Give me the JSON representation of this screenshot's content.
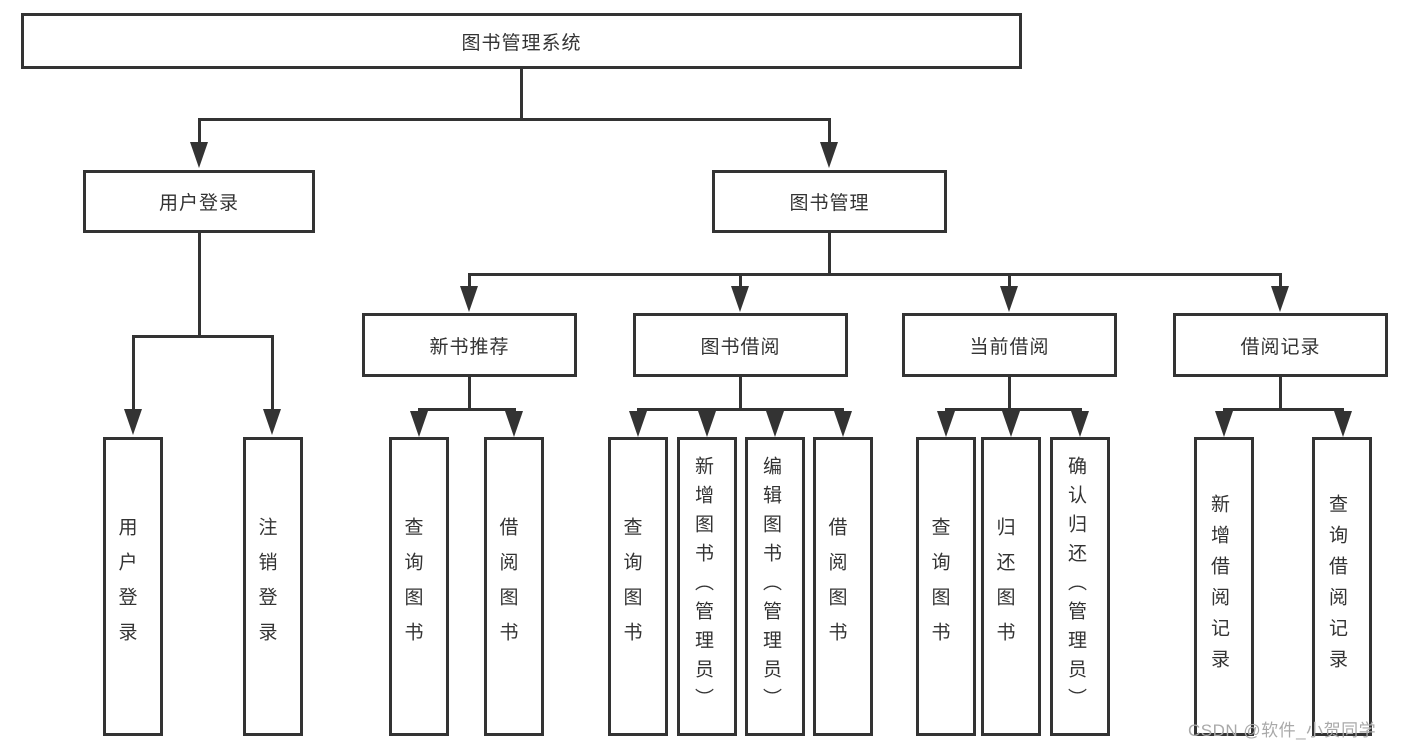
{
  "diagram": {
    "title": "图书管理系统",
    "tree": {
      "root": {
        "label": "图书管理系统"
      },
      "level2": [
        {
          "label": "用户登录"
        },
        {
          "label": "图书管理"
        }
      ],
      "level3": [
        {
          "label": "新书推荐"
        },
        {
          "label": "图书借阅"
        },
        {
          "label": "当前借阅"
        },
        {
          "label": "借阅记录"
        }
      ],
      "leaves": {
        "user_login": [
          "用户登录",
          "注销登录"
        ],
        "new_book": [
          "查询图书",
          "借阅图书"
        ],
        "book_borrow": [
          "查询图书",
          "新增图书（管理员）",
          "编辑图书（管理员）",
          "借阅图书"
        ],
        "current_borrow": [
          "查询图书",
          "归还图书",
          "确认归还（管理员）"
        ],
        "borrow_record": [
          "新增借阅记录",
          "查询借阅记录"
        ]
      }
    },
    "watermark": "CSDN @软件_小贺同学",
    "colors": {
      "line": "#333333",
      "text": "#333333",
      "background": "#ffffff",
      "watermark": "#a9a9a9"
    }
  }
}
